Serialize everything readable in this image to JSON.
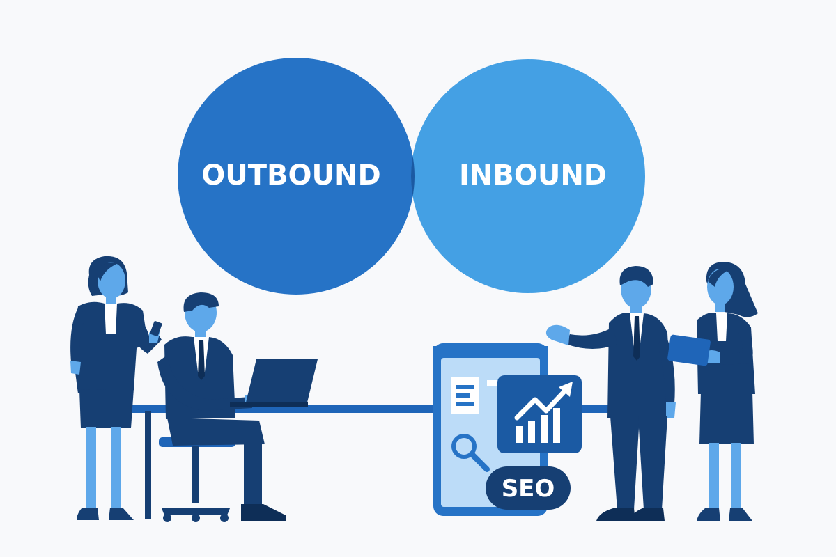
{
  "venn": {
    "left_label": "OUTBOUND",
    "right_label": "INBOUND"
  },
  "seo_badge": {
    "label": "SEO"
  },
  "icons": [
    "document-icon",
    "magnifier-icon",
    "growth-chart-icon",
    "laptop-icon",
    "smartphone-icon",
    "tablet-icon"
  ],
  "colors": {
    "background": "#f8f9fb",
    "outbound": "#2673c6",
    "inbound": "#44a0e4",
    "overlap": "#1b5aa3",
    "navy": "#163f73",
    "skin": "#5ea8ea",
    "table": "#1f65b8",
    "light_blue": "#bcdcf8"
  }
}
